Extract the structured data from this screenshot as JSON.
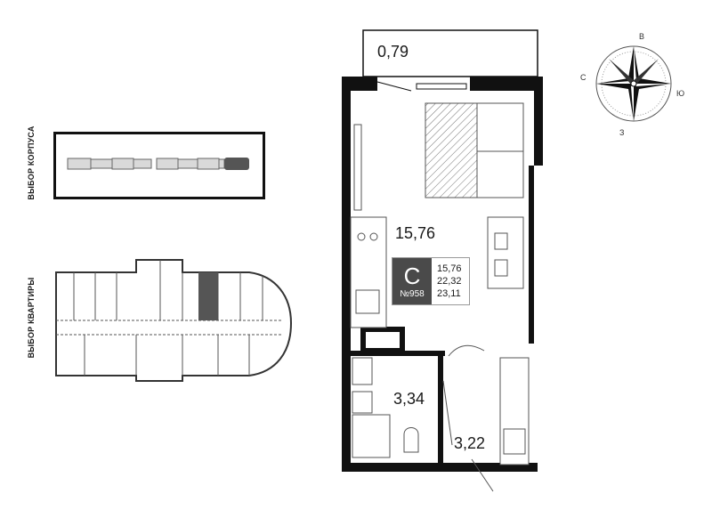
{
  "labels": {
    "building_select": "ВЫБОР КОРПУСА",
    "apartment_select": "ВЫБОР КВАРТИРЫ"
  },
  "plan": {
    "balcony_area": "0,79",
    "living_area": "15,76",
    "bathroom_area": "3,34",
    "hall_area": "3,22"
  },
  "info": {
    "type_letter": "С",
    "apartment_number": "№958",
    "living": "15,76",
    "total": "22,32",
    "total_with_balcony": "23,11"
  },
  "compass": {
    "north": "В",
    "west": "С",
    "east": "Ю",
    "south": "З"
  },
  "colors": {
    "wall": "#111111",
    "selected": "#555555",
    "accent": "#4a4a4a"
  }
}
